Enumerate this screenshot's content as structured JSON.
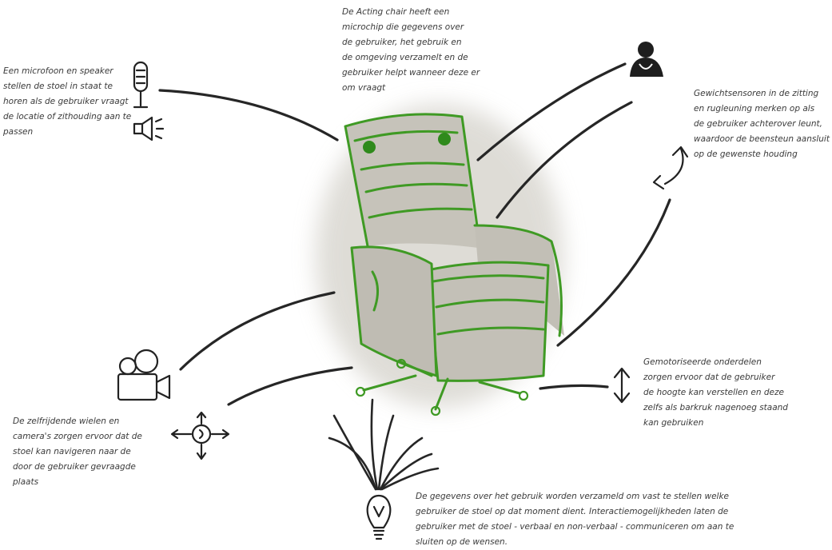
{
  "notes": {
    "microchip": "De Acting chair heeft een\nmicrochip die gegevens over\nde gebruiker, het gebruik en\nde omgeving verzamelt en de\ngebruiker helpt wanneer deze er\nom vraagt",
    "microphone": "Een microfoon en speaker\nstellen de stoel in staat te\nhoren als de gebruiker vraagt\nde locatie of zithouding aan te\npassen",
    "weight": "Gewichtsensoren in de zitting\nen rugleuning merken op als\nde gebruiker achterover leunt,\nwaardoor de beensteun aansluit\nop de gewenste houding",
    "motor": "Gemotoriseerde onderdelen\nzorgen ervoor dat de gebruiker\nde hoogte kan verstellen en deze\nzelfs als barkruk nagenoeg staand\nkan gebruiken",
    "wheels": "De zelfrijdende wielen en\ncamera's zorgen ervoor dat de\nstoel kan navigeren naar de\ndoor de gebruiker gevraagde\nplaats",
    "data": "De gegevens over het gebruik worden verzameld om vast te stellen welke\ngebruiker de stoel op dat moment dient. Interactiemogelijkheden laten de\ngebruiker met de stoel - verbaal en non-verbaal - communiceren om aan te\nsluiten op de wensen."
  },
  "icons": [
    "microphone-icon",
    "speaker-icon",
    "user-icon",
    "rotate-arrows-icon",
    "height-arrow-icon",
    "camera-icon",
    "navigation-wheel-icon",
    "lightbulb-icon",
    "chair-illustration"
  ],
  "colors": {
    "chair_outline": "#3f9a24",
    "chair_fill": "#c9c6bd",
    "ink": "#262626"
  }
}
